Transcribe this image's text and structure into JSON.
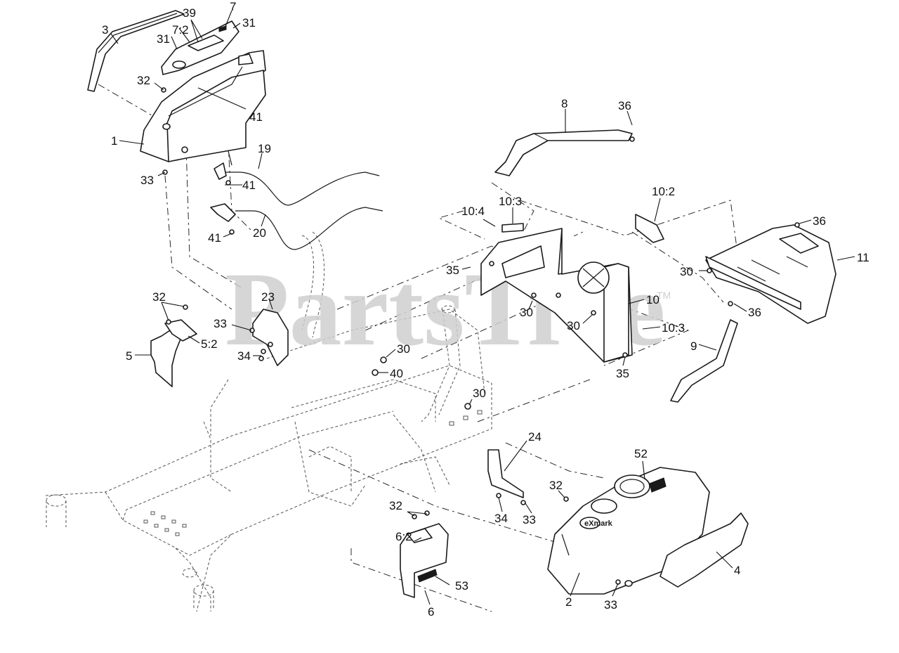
{
  "watermark": {
    "text": "PartsTree",
    "tm": "TM"
  },
  "brand_logo": "eXmark",
  "callouts": [
    {
      "id": "c-3",
      "text": "3"
    },
    {
      "id": "c-39",
      "text": "39"
    },
    {
      "id": "c-7",
      "text": "7"
    },
    {
      "id": "c-7-2",
      "text": "7:2"
    },
    {
      "id": "c-31a",
      "text": "31"
    },
    {
      "id": "c-31b",
      "text": "31"
    },
    {
      "id": "c-32a",
      "text": "32"
    },
    {
      "id": "c-41a",
      "text": "41"
    },
    {
      "id": "c-1",
      "text": "1"
    },
    {
      "id": "c-19",
      "text": "19"
    },
    {
      "id": "c-33a",
      "text": "33"
    },
    {
      "id": "c-41b",
      "text": "41"
    },
    {
      "id": "c-20",
      "text": "20"
    },
    {
      "id": "c-41c",
      "text": "41"
    },
    {
      "id": "c-8",
      "text": "8"
    },
    {
      "id": "c-36a",
      "text": "36"
    },
    {
      "id": "c-10-4",
      "text": "10:4"
    },
    {
      "id": "c-10-3a",
      "text": "10:3"
    },
    {
      "id": "c-10-2",
      "text": "10:2"
    },
    {
      "id": "c-36b",
      "text": "36"
    },
    {
      "id": "c-11",
      "text": "11"
    },
    {
      "id": "c-35a",
      "text": "35"
    },
    {
      "id": "c-30a",
      "text": "30"
    },
    {
      "id": "c-30b",
      "text": "30"
    },
    {
      "id": "c-36c",
      "text": "36"
    },
    {
      "id": "c-10",
      "text": "10"
    },
    {
      "id": "c-30c",
      "text": "30"
    },
    {
      "id": "c-10-3b",
      "text": "10:3"
    },
    {
      "id": "c-9",
      "text": "9"
    },
    {
      "id": "c-35b",
      "text": "35"
    },
    {
      "id": "c-32b",
      "text": "32"
    },
    {
      "id": "c-23",
      "text": "23"
    },
    {
      "id": "c-33b",
      "text": "33"
    },
    {
      "id": "c-5-2",
      "text": "5:2"
    },
    {
      "id": "c-5",
      "text": "5"
    },
    {
      "id": "c-34a",
      "text": "34"
    },
    {
      "id": "c-30d",
      "text": "30"
    },
    {
      "id": "c-40",
      "text": "40"
    },
    {
      "id": "c-30e",
      "text": "30"
    },
    {
      "id": "c-24",
      "text": "24"
    },
    {
      "id": "c-52",
      "text": "52"
    },
    {
      "id": "c-32c",
      "text": "32"
    },
    {
      "id": "c-34b",
      "text": "34"
    },
    {
      "id": "c-33c",
      "text": "33"
    },
    {
      "id": "c-32d",
      "text": "32"
    },
    {
      "id": "c-6-2",
      "text": "6:2"
    },
    {
      "id": "c-53",
      "text": "53"
    },
    {
      "id": "c-6",
      "text": "6"
    },
    {
      "id": "c-2",
      "text": "2"
    },
    {
      "id": "c-33d",
      "text": "33"
    },
    {
      "id": "c-4",
      "text": "4"
    }
  ]
}
